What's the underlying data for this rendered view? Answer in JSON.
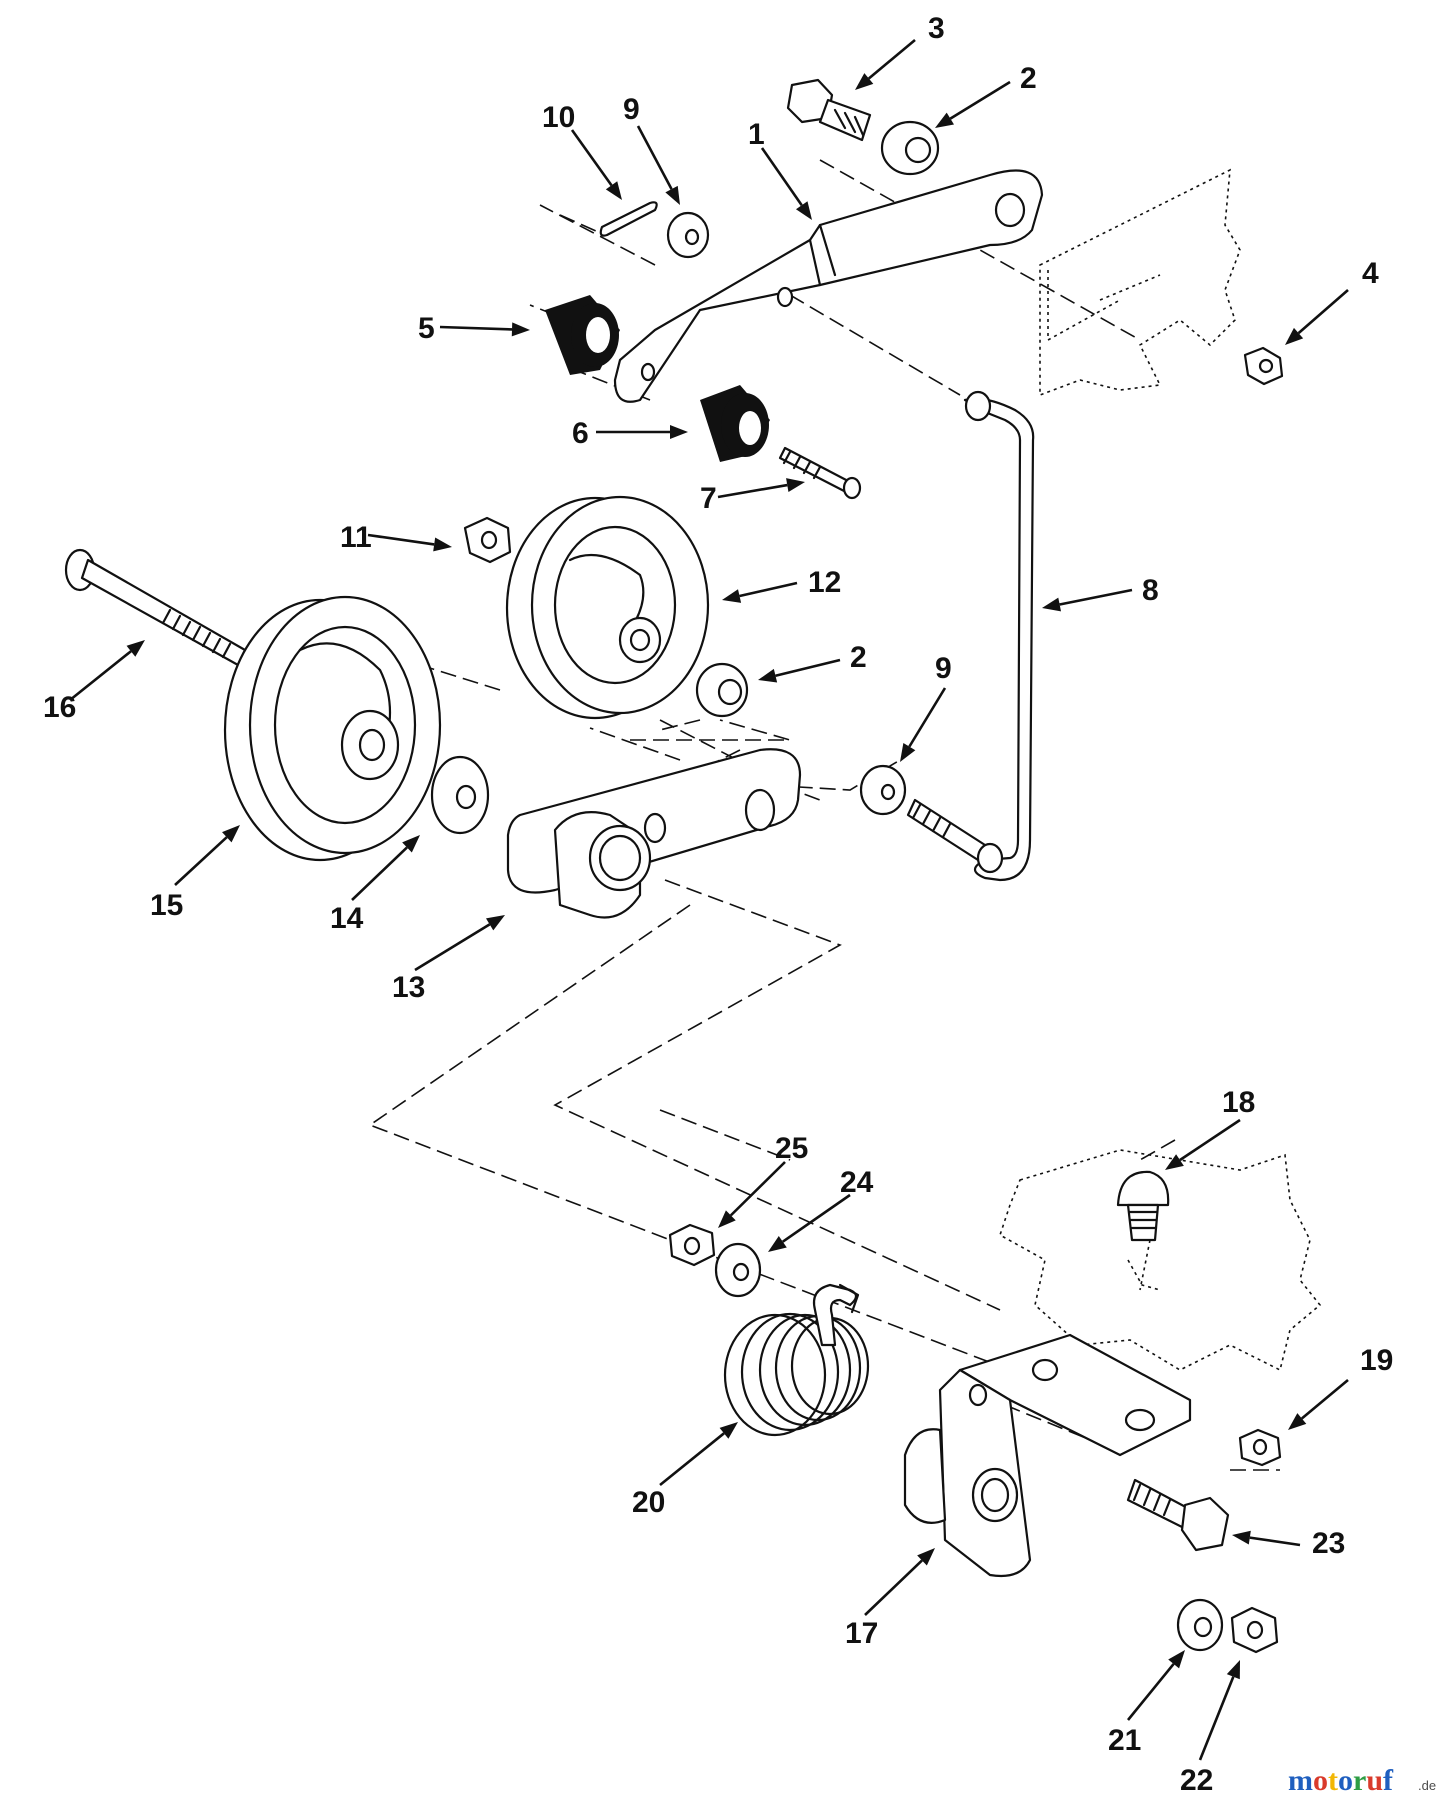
{
  "diagram": {
    "part_labels": [
      "1",
      "2",
      "3",
      "4",
      "5",
      "6",
      "7",
      "8",
      "9",
      "10",
      "11",
      "12",
      "2",
      "9",
      "13",
      "14",
      "15",
      "16",
      "17",
      "18",
      "19",
      "20",
      "21",
      "22",
      "23",
      "24",
      "25"
    ]
  },
  "watermark": {
    "text": "motoruf",
    "suffix": ".de",
    "colors": {
      "m": "#1f5fbf",
      "o1": "#d93a2b",
      "t": "#f2b705",
      "o2": "#1f5fbf",
      "r": "#2e9e44",
      "u": "#d93a2b",
      "f": "#1f5fbf"
    }
  }
}
